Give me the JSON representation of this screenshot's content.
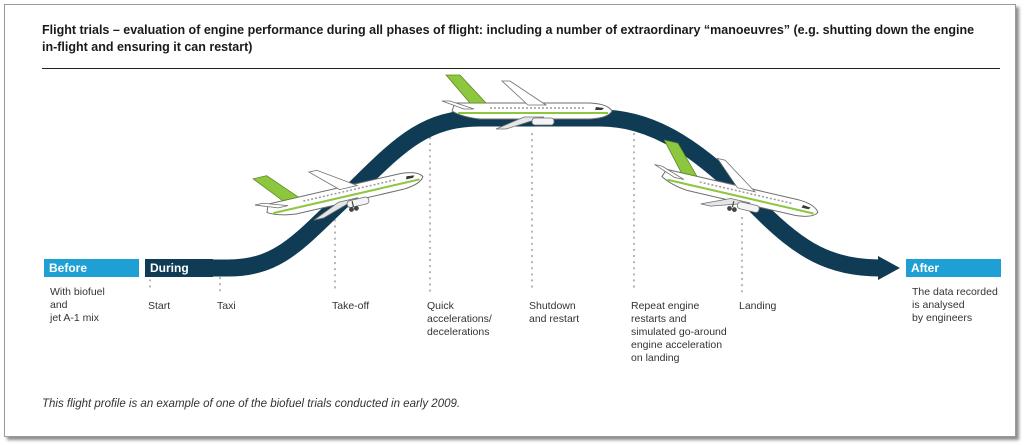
{
  "title": "Flight trials – evaluation of engine performance during all phases of flight: including a number of extraordinary “manoeuvres” (e.g. shutting down the engine in-flight and ensuring it can restart)",
  "phases": {
    "before": "Before",
    "during": "During",
    "after": "After"
  },
  "labels": {
    "before_note": "With biofuel\nand\njet A-1 mix",
    "start": "Start",
    "taxi": "Taxi",
    "takeoff": "Take-off",
    "quick": "Quick\naccelerations/\ndecelerations",
    "shutdown": "Shutdown\nand restart",
    "repeat": "Repeat engine\nrestarts and\nsimulated go-around\nengine acceleration\non landing",
    "landing": "Landing",
    "after_note": "The data recorded\nis analysed\nby engineers"
  },
  "caption": "This flight profile is an example of one of the biofuel trials conducted in early 2009.",
  "colors": {
    "path": "#0f3b55",
    "accent_blue": "#1ea0d4",
    "tail_green": "#8dc63f",
    "dots": "#b5b5b5"
  }
}
